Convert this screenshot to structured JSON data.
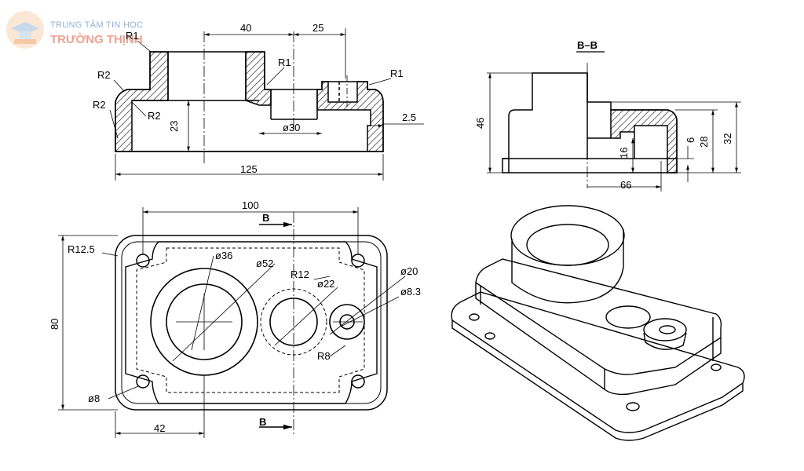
{
  "logo": {
    "line1": "TRUNG TÂM TIN HỌC",
    "line2": "TRƯỜNG THỊNH",
    "icon": "graduation-cap-icon"
  },
  "front_view": {
    "dims": {
      "w40": "40",
      "w25": "25",
      "r1_top": "R1",
      "r1_mid": "R1",
      "r1_right": "R1",
      "r2_top": "R2",
      "r2_inner": "R2",
      "r2_bottom": "R2",
      "h23": "23",
      "d30": "ø30",
      "d2_5": "2.5",
      "w125": "125"
    }
  },
  "section_view": {
    "title": "B–B",
    "dims": {
      "h46": "46",
      "h32": "32",
      "h28": "28",
      "h16": "16",
      "h6": "6",
      "w66": "66"
    }
  },
  "top_view": {
    "dims": {
      "w100": "100",
      "h80": "80",
      "r12_5": "R12.5",
      "d36": "ø36",
      "d52": "ø52",
      "r12": "R12",
      "d22": "ø22",
      "d20": "ø20",
      "d8_3": "ø8.3",
      "r8": "R8",
      "d8": "ø8",
      "w42": "42",
      "cut_b1": "B",
      "cut_b2": "B"
    }
  },
  "colors": {
    "line": "#000000",
    "hatch": "#000000",
    "logo_blue": "#8fb4d8",
    "logo_red": "#f0a090"
  }
}
